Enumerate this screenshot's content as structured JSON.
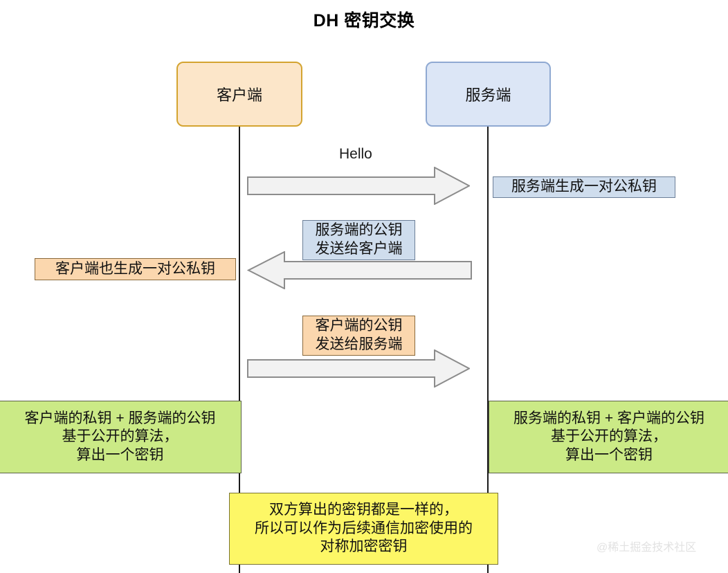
{
  "diagram": {
    "title": "DH 密钥交换",
    "type": "sequence-diagram",
    "watermark": "@稀土掘金技术社区",
    "actors": [
      {
        "id": "client",
        "label": "客户端",
        "fill": "#fce6c9",
        "stroke": "#d4a430"
      },
      {
        "id": "server",
        "label": "服务端",
        "fill": "#dce6f6",
        "stroke": "#8fa9d2"
      }
    ],
    "messages": [
      {
        "id": "hello",
        "label": "Hello",
        "direction": "client-to-server"
      },
      {
        "id": "server-pub-send",
        "label": "",
        "direction": "server-to-client"
      },
      {
        "id": "client-pub-send",
        "label": "",
        "direction": "client-to-server"
      }
    ],
    "notes": [
      {
        "id": "server-generates-keypair",
        "text": "服务端生成一对公私钥",
        "color": "#cfdded",
        "side": "server"
      },
      {
        "id": "server-public-key-to-client",
        "text": "服务端的公钥\n发送给客户端",
        "color": "#cfdded",
        "side": "center"
      },
      {
        "id": "client-generates-keypair",
        "text": "客户端也生成一对公私钥",
        "color": "#fbd7ae",
        "side": "client"
      },
      {
        "id": "client-public-key-to-server",
        "text": "客户端的公钥\n发送给服务端",
        "color": "#fbd7ae",
        "side": "center"
      },
      {
        "id": "client-derives-secret",
        "text": "客户端的私钥 + 服务端的公钥\n基于公开的算法，\n算出一个密钥",
        "color": "#cbea86",
        "side": "client"
      },
      {
        "id": "server-derives-secret",
        "text": "服务端的私钥 +  客户端的公钥\n基于公开的算法，\n算出一个密钥",
        "color": "#cbea86",
        "side": "server"
      },
      {
        "id": "shared-secret-conclusion",
        "text": "双方算出的密钥都是一样的，\n所以可以作为后续通信加密使用的\n对称加密密钥",
        "color": "#fdf766",
        "side": "center"
      }
    ]
  }
}
